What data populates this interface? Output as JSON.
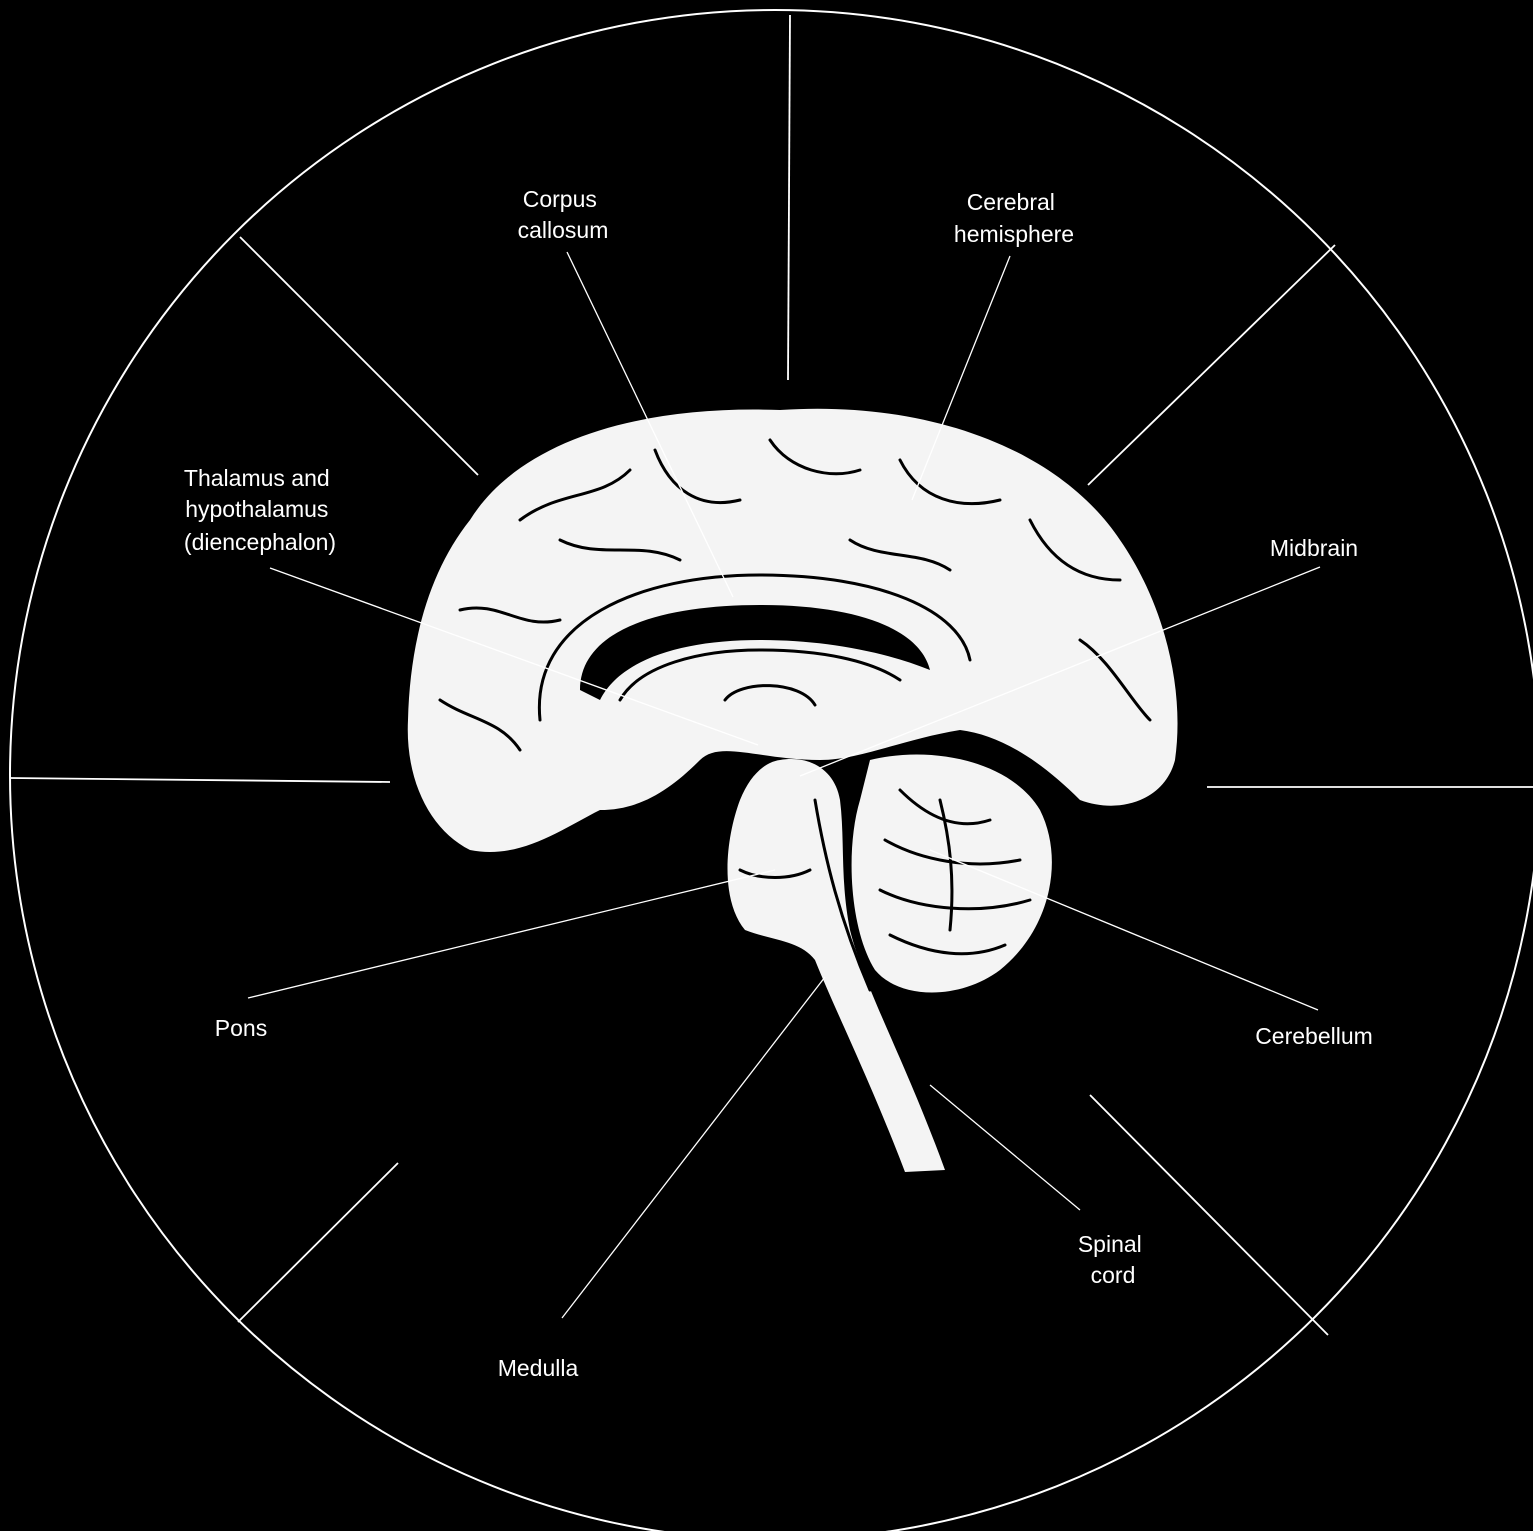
{
  "labels": {
    "corpus_callosum": [
      "Corpus",
      "callosum"
    ],
    "cerebral_hemisphere": [
      "Cerebral",
      "hemisphere"
    ],
    "thalamus": [
      "Thalamus and",
      "hypothalamus",
      "(diencephalon)"
    ],
    "midbrain": [
      "Midbrain"
    ],
    "pons": [
      "Pons"
    ],
    "cerebellum": [
      "Cerebellum"
    ],
    "spinal_cord": [
      "Spinal",
      "cord"
    ],
    "medulla": [
      "Medulla"
    ]
  },
  "colors": {
    "background": "#000000",
    "foreground": "#ffffff"
  }
}
